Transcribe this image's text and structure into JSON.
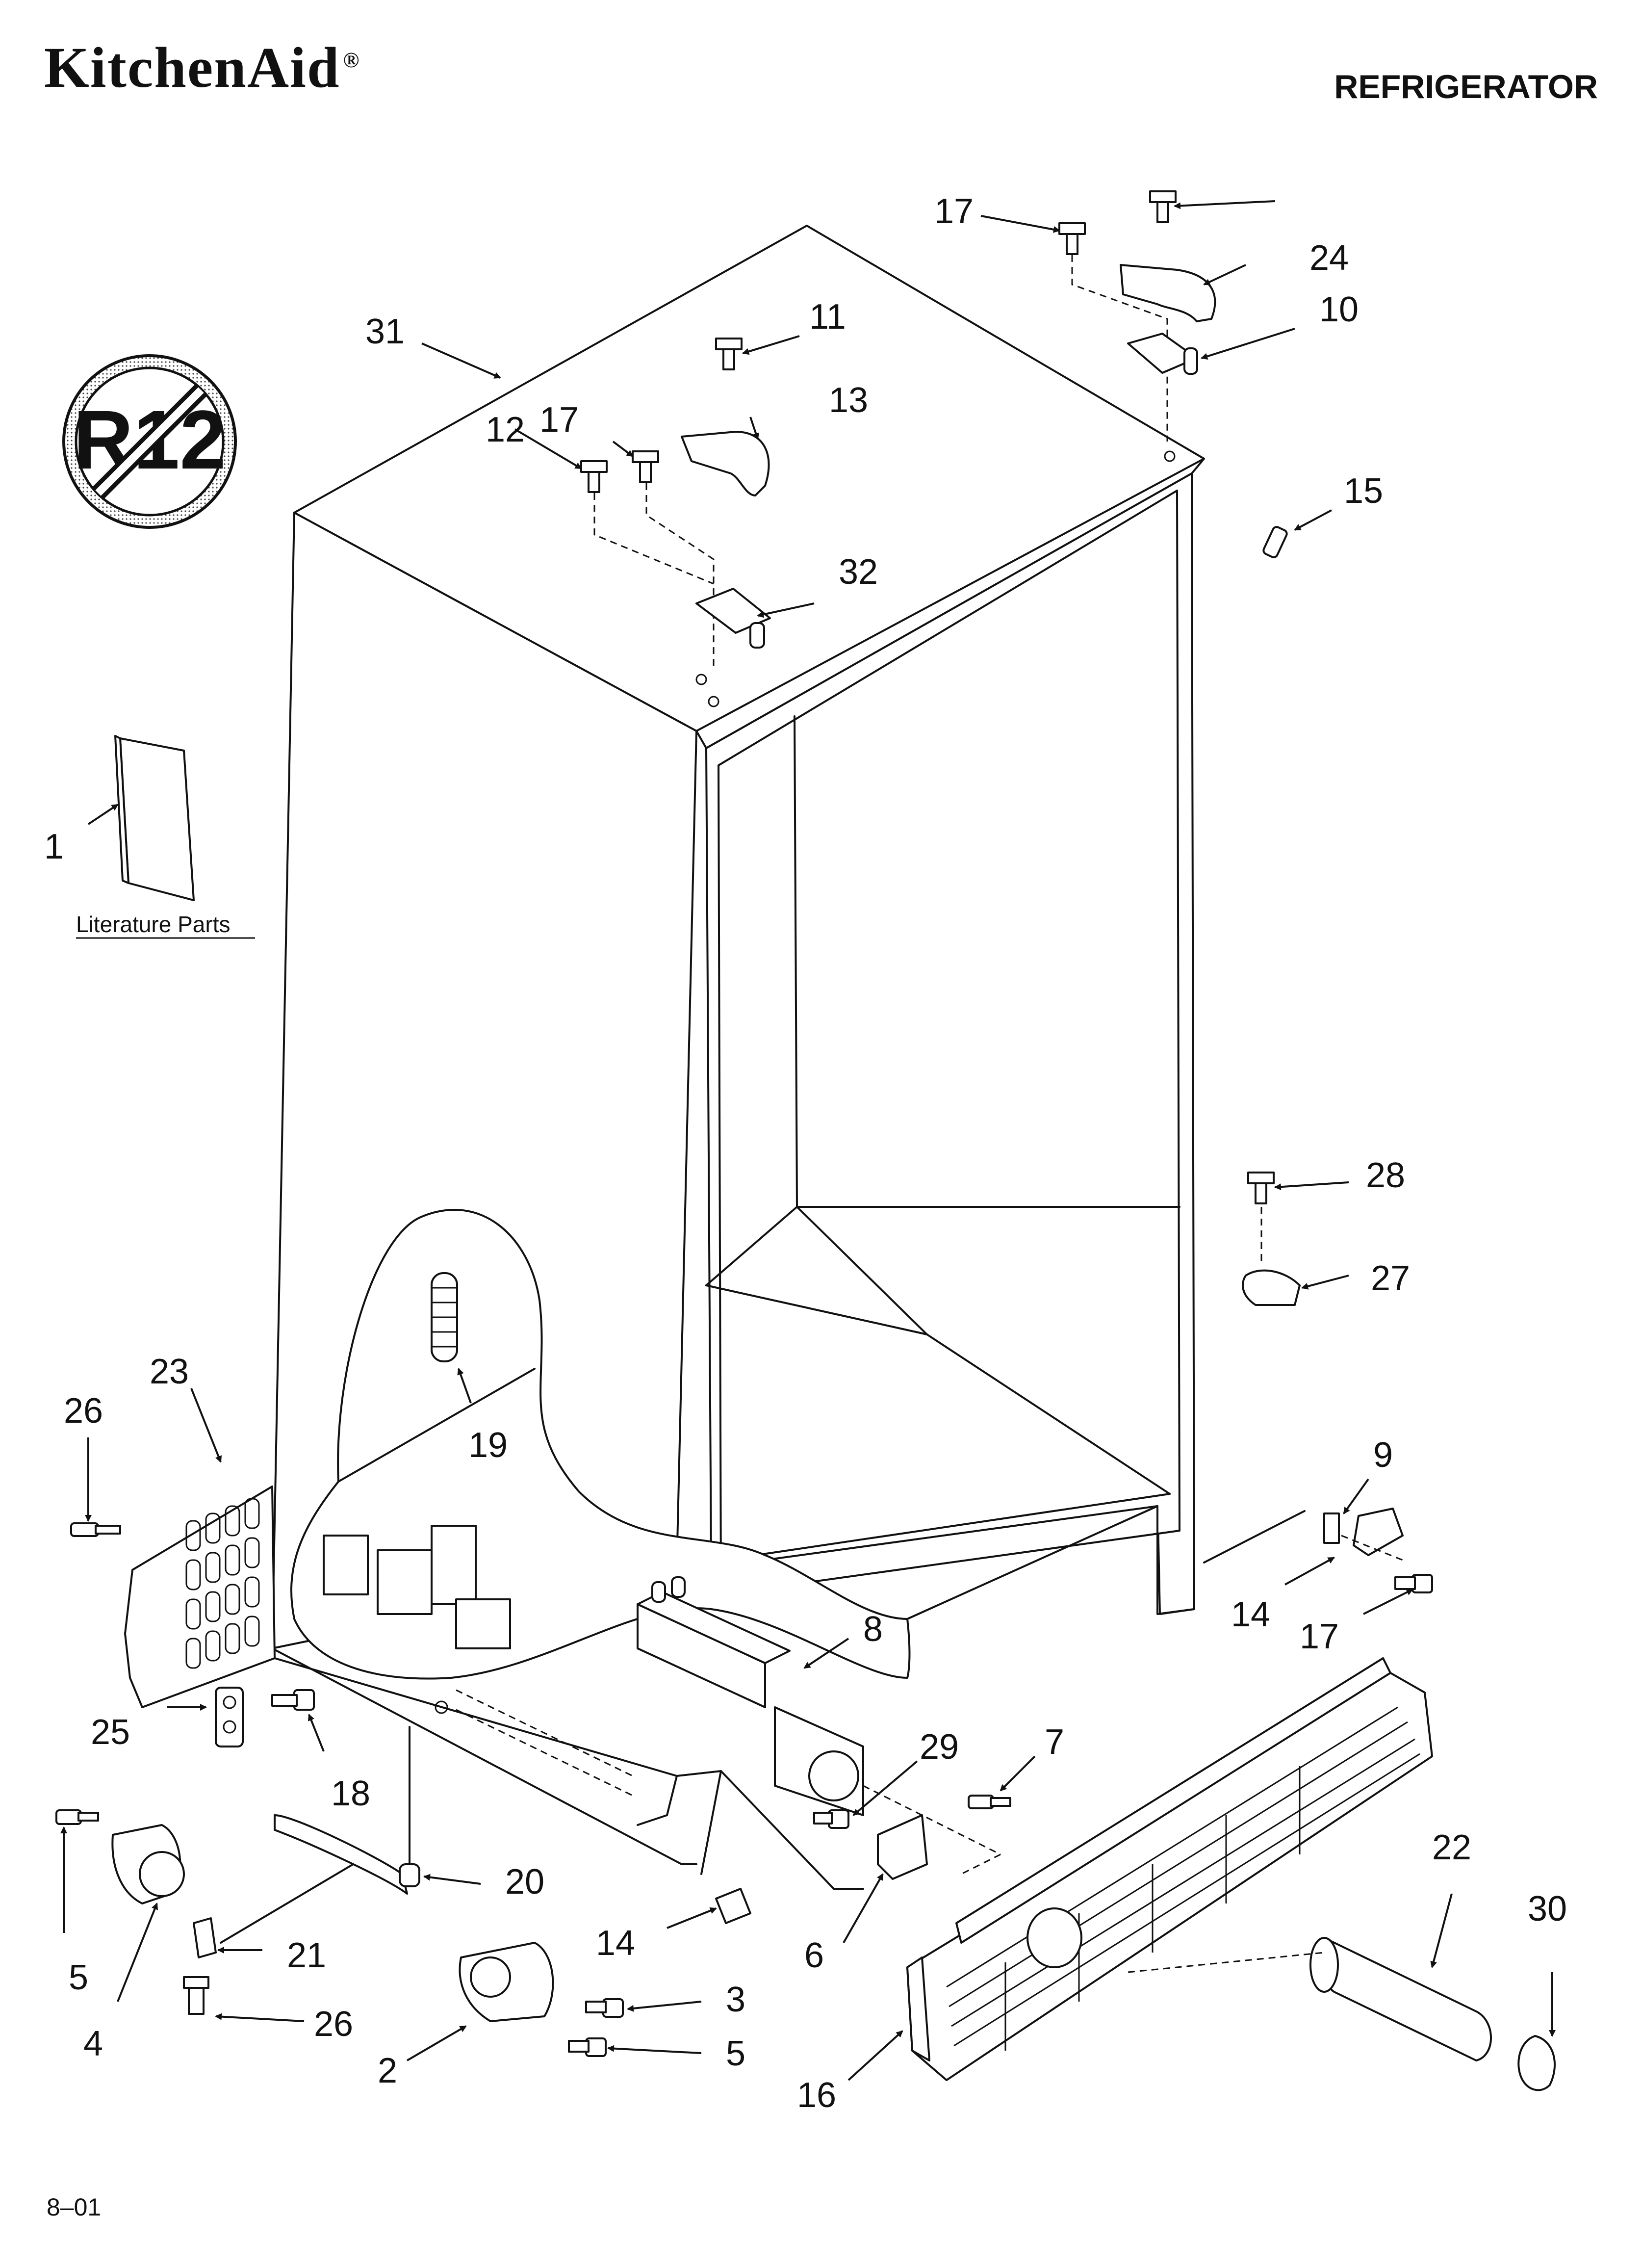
{
  "header": {
    "brand": "KitchenAid",
    "brand_mark": "®",
    "title": "REFRIGERATOR"
  },
  "badge": {
    "text": "R12"
  },
  "literature": {
    "caption": "Literature Parts"
  },
  "callouts": [
    "31",
    "11",
    "17",
    "24",
    "10",
    "13",
    "12",
    "17",
    "32",
    "15",
    "1",
    "28",
    "27",
    "26",
    "23",
    "19",
    "9",
    "14",
    "17",
    "8",
    "25",
    "18",
    "29",
    "7",
    "20",
    "22",
    "30",
    "5",
    "21",
    "14",
    "6",
    "3",
    "4",
    "26",
    "2",
    "5",
    "16"
  ],
  "footer": {
    "code": "8–01"
  }
}
